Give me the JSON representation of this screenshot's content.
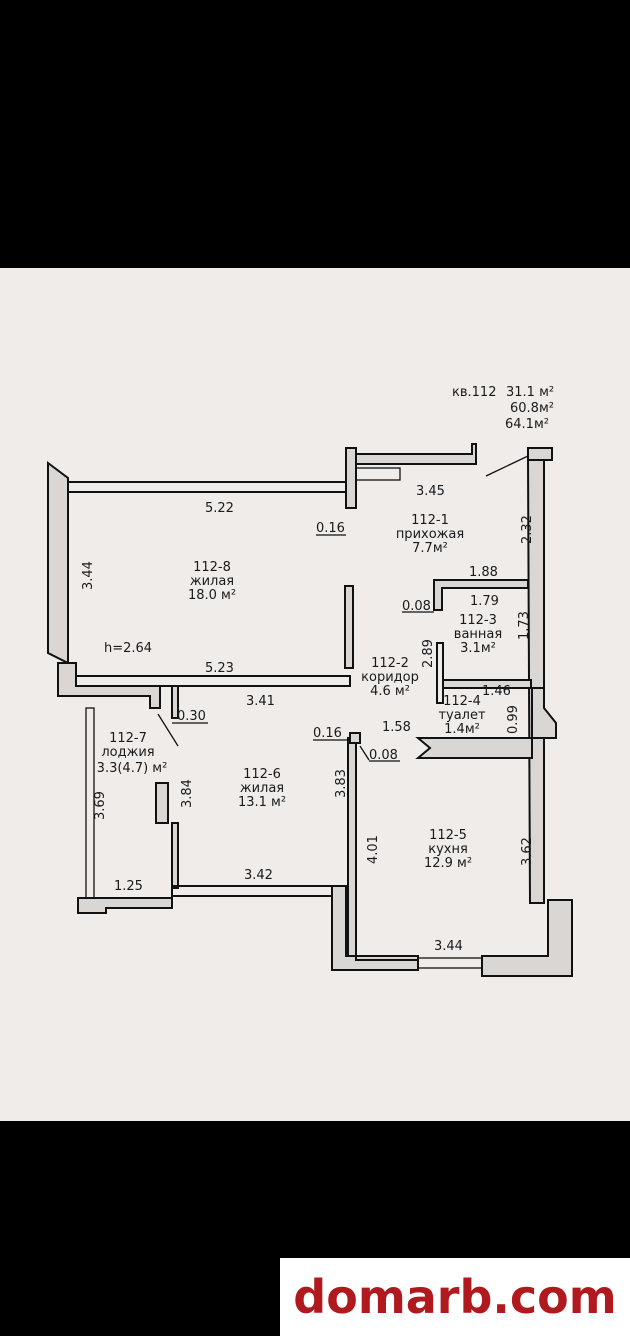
{
  "header": {
    "apartment": "кв.112",
    "area1": "31.1 м²",
    "area2": "60.8м²",
    "area3": "64.1м²"
  },
  "rooms": {
    "r1": {
      "code": "112-1",
      "name": "прихожая",
      "area": "7.7м²"
    },
    "r2": {
      "code": "112-2",
      "name": "коридор",
      "area": "4.6 м²"
    },
    "r3": {
      "code": "112-3",
      "name": "ванная",
      "area": "3.1м²"
    },
    "r4": {
      "code": "112-4",
      "name": "туалет",
      "area": "1.4м²"
    },
    "r5": {
      "code": "112-5",
      "name": "кухня",
      "area": "12.9 м²"
    },
    "r6": {
      "code": "112-6",
      "name": "жилая",
      "area": "13.1 м²"
    },
    "r7": {
      "code": "112-7",
      "name": "лоджия",
      "area": "3.3(4.7) м²"
    },
    "r8": {
      "code": "112-8",
      "name": "жилая",
      "area": "18.0 м²"
    }
  },
  "ceiling_height": "h=2.64",
  "dims": {
    "d_5_22": "5.22",
    "d_3_45": "3.45",
    "d_0_16a": "0.16",
    "d_2_32": "2.32",
    "d_3_44a": "3.44",
    "d_1_88": "1.88",
    "d_0_08a": "0.08",
    "d_1_79": "1.79",
    "d_1_73": "1.73",
    "d_2_89": "2.89",
    "d_5_23": "5.23",
    "d_3_41": "3.41",
    "d_1_46": "1.46",
    "d_0_30": "0.30",
    "d_0_99": "0.99",
    "d_1_58": "1.58",
    "d_0_16b": "0.16",
    "d_0_08b": "0.08",
    "d_3_84": "3.84",
    "d_3_83": "3.83",
    "d_3_69": "3.69",
    "d_4_01": "4.01",
    "d_3_62": "3.62",
    "d_1_25": "1.25",
    "d_3_42": "3.42",
    "d_3_44b": "3.44"
  },
  "watermark": "domarb.com",
  "colors": {
    "paper": "#efecea",
    "ink": "#111111",
    "watermark": "#b0191e",
    "frame": "#000000"
  }
}
